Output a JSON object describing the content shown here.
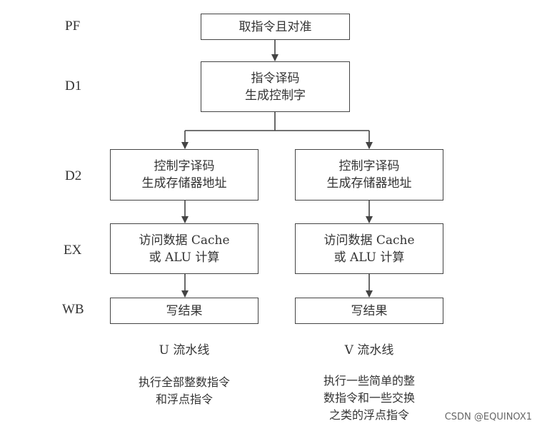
{
  "stages": {
    "pf": "PF",
    "d1": "D1",
    "d2": "D2",
    "ex": "EX",
    "wb": "WB"
  },
  "boxes": {
    "prefetch": "取指令且对准",
    "decode1": [
      "指令译码",
      "生成控制字"
    ],
    "u_decode2": [
      "控制字译码",
      "生成存储器地址"
    ],
    "v_decode2": [
      "控制字译码",
      "生成存储器地址"
    ],
    "u_execute": [
      "访问数据 Cache",
      "或 ALU 计算"
    ],
    "v_execute": [
      "访问数据 Cache",
      "或 ALU 计算"
    ],
    "u_writeback": "写结果",
    "v_writeback": "写结果"
  },
  "pipelines": {
    "u": {
      "title": "U 流水线",
      "note": [
        "执行全部整数指令",
        "和浮点指令"
      ]
    },
    "v": {
      "title": "V 流水线",
      "note": [
        "执行一些简单的整",
        "数指令和一些交换",
        "之类的浮点指令"
      ]
    }
  },
  "watermark": "CSDN @EQUINOX1",
  "colors": {
    "line": "#444444",
    "text": "#333333"
  }
}
